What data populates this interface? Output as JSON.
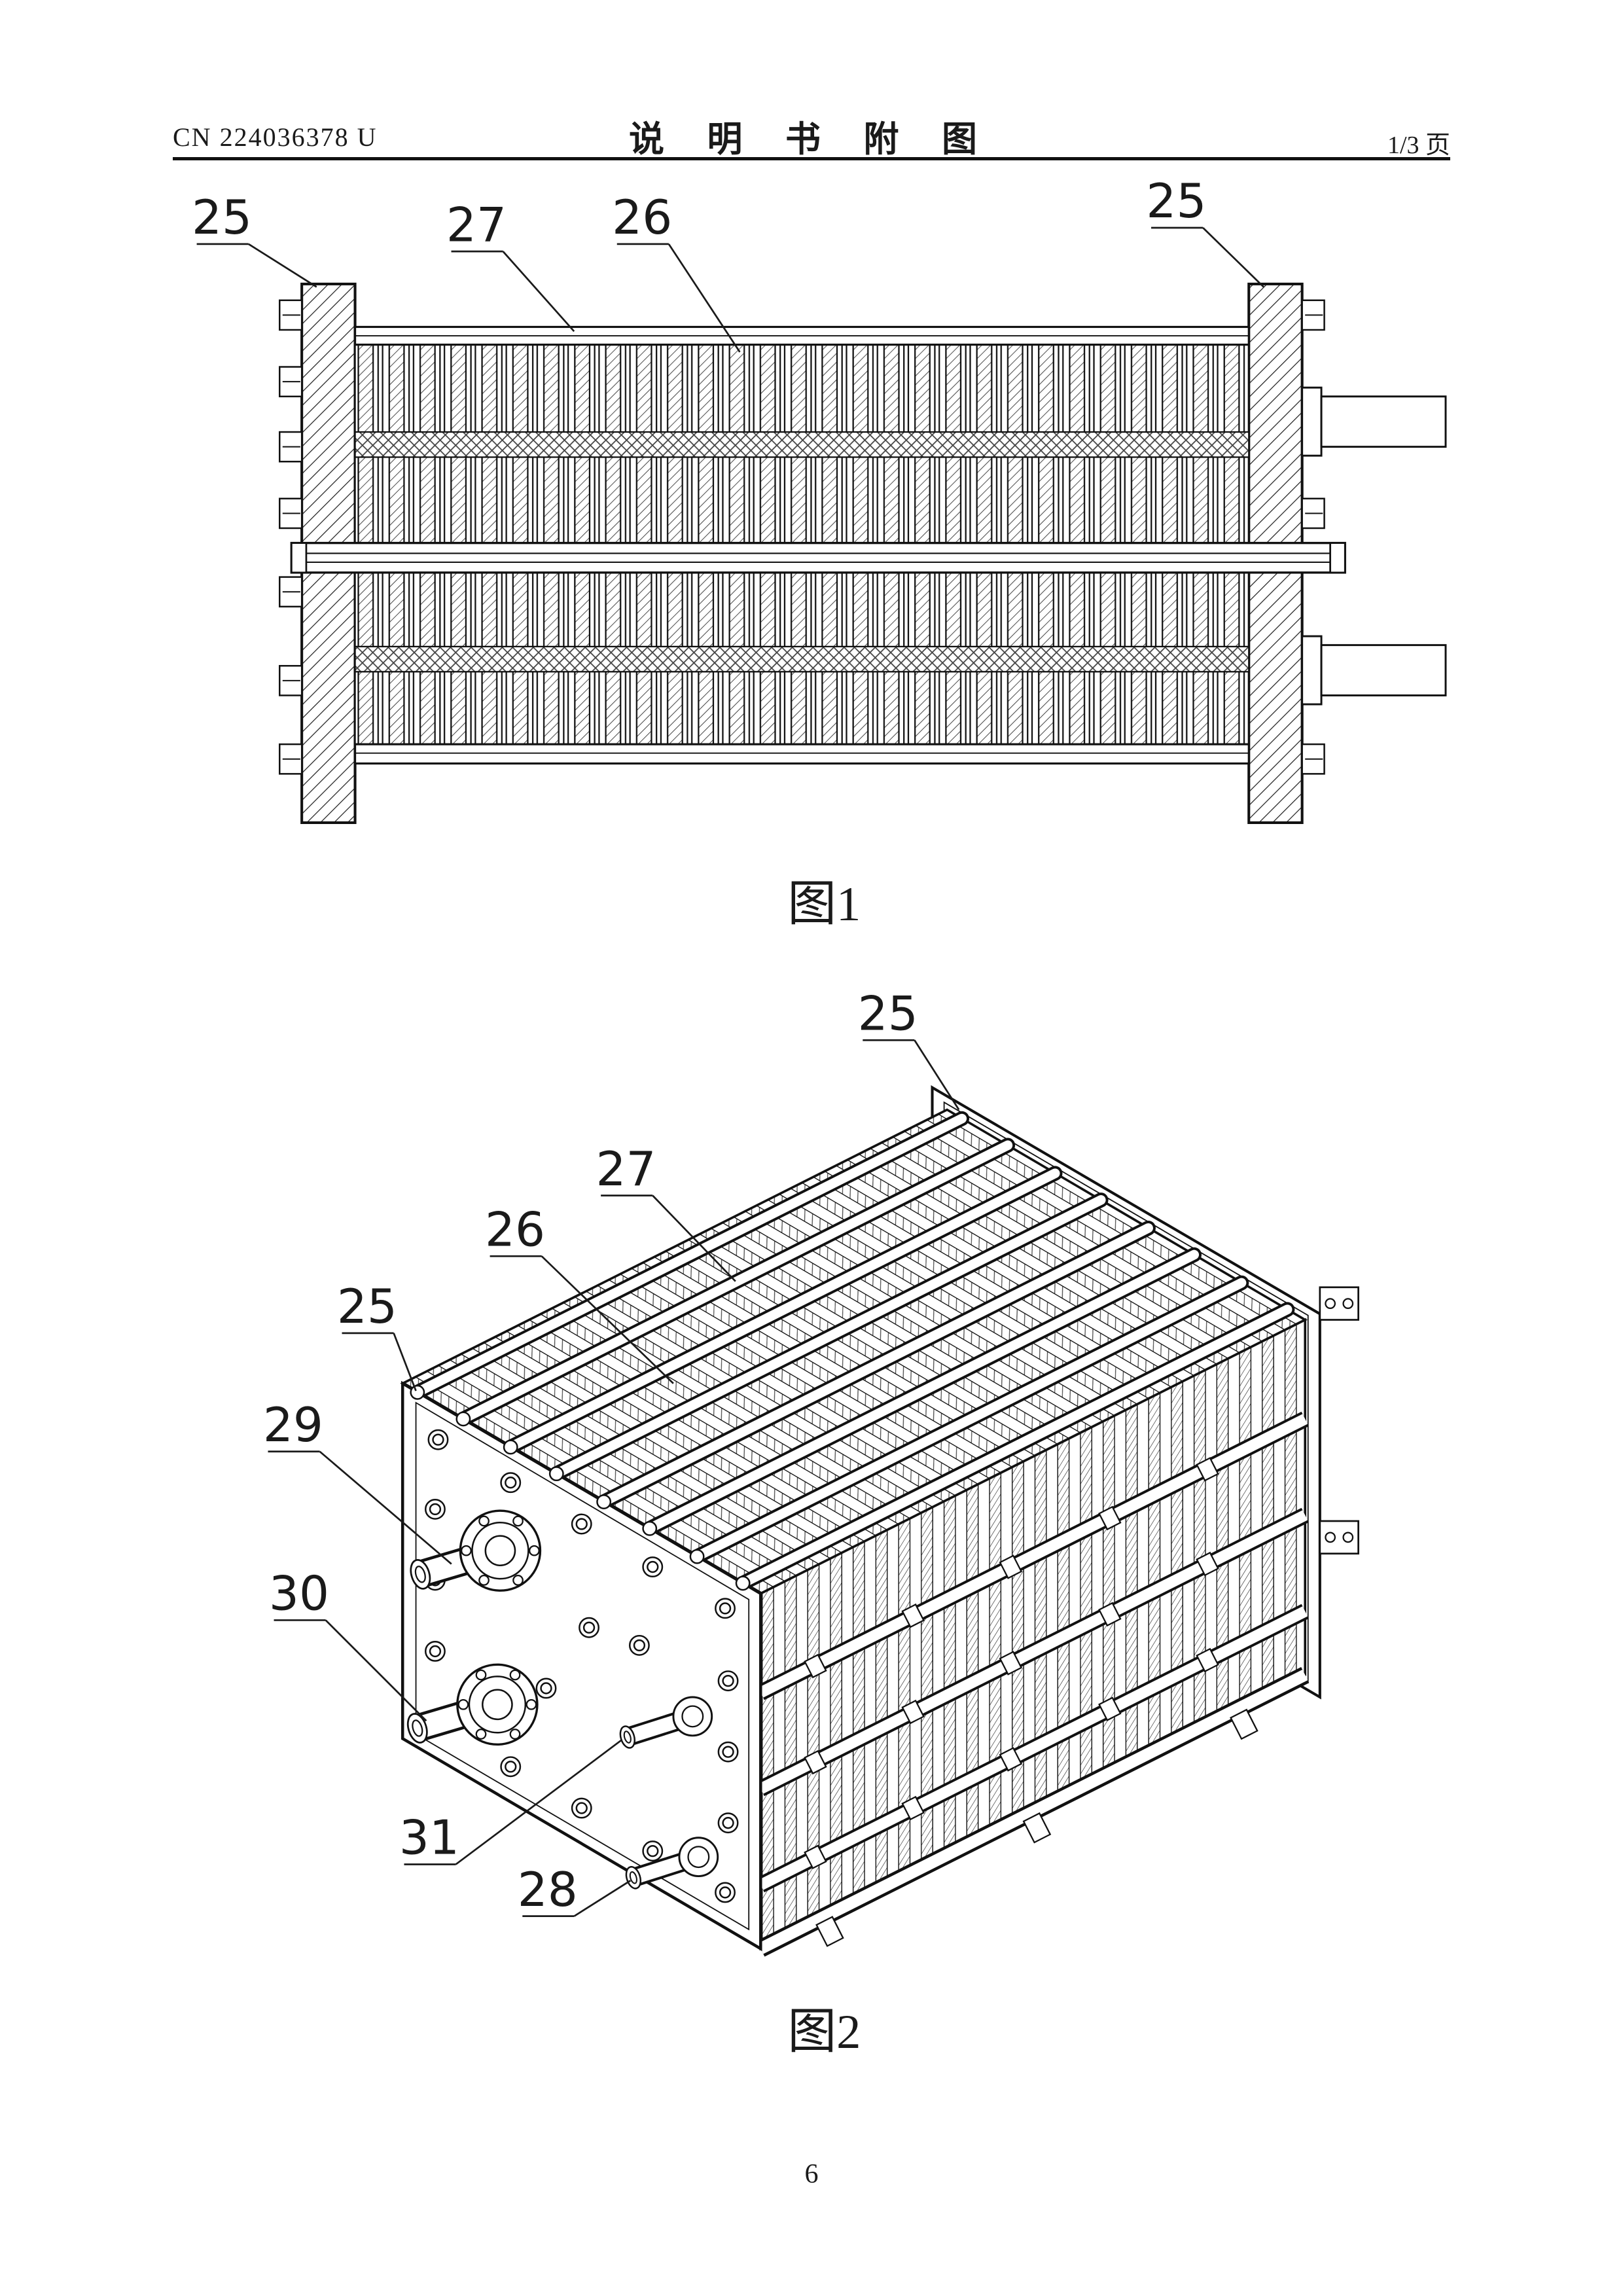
{
  "header": {
    "patent_number": "CN 224036378 U",
    "title": "说 明 书 附 图",
    "page_indicator": "1/3 页"
  },
  "figure1": {
    "caption": "图1",
    "labels": {
      "left_end_plate": "25",
      "top_rail": "27",
      "plate_stack": "26",
      "right_end_plate": "25"
    }
  },
  "figure2": {
    "caption": "图2",
    "labels": {
      "end_plate_back": "25",
      "tie_rod": "27",
      "plate_stack": "26",
      "end_plate_front": "25",
      "port_upper": "29",
      "port_lower": "30",
      "nozzle_mid": "31",
      "nozzle_bottom": "28"
    }
  },
  "footer": {
    "page_number": "6"
  }
}
